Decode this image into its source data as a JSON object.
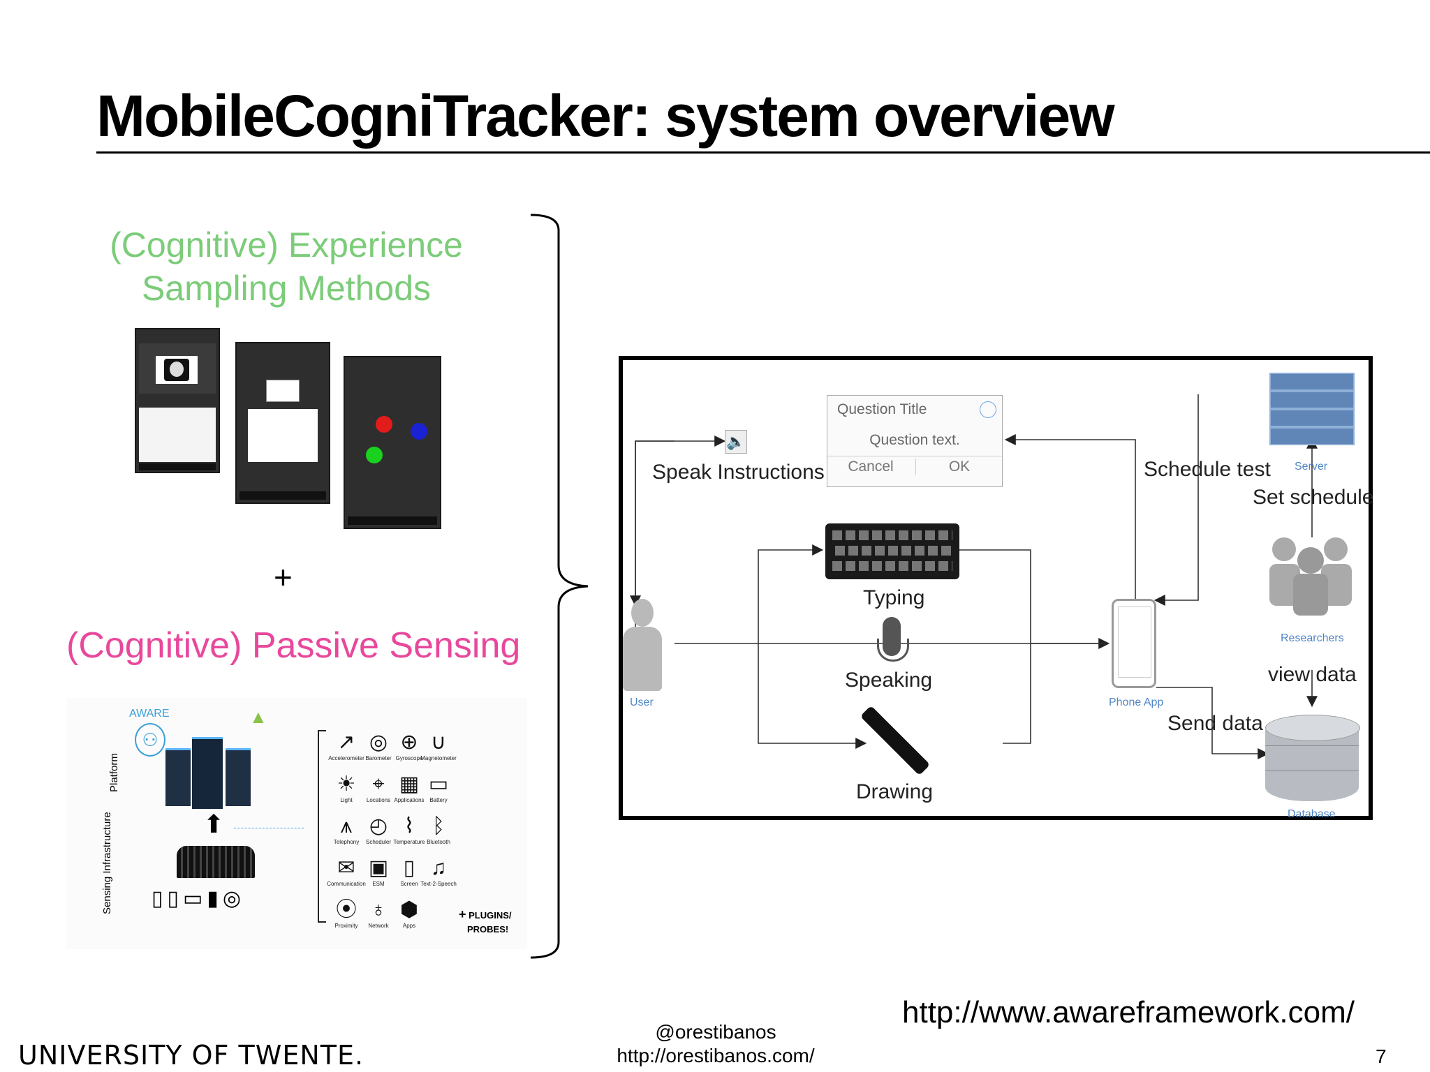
{
  "slide": {
    "title": "MobileCogniTracker: system overview",
    "page_number": "7"
  },
  "esm": {
    "line1": "(Cognitive) Experience",
    "line2": "Sampling Methods"
  },
  "plus_sign": "+",
  "passive": {
    "title": "(Cognitive) Passive Sensing"
  },
  "aware_figure": {
    "brand": "AWARE",
    "platform_label": "Platform",
    "infrastructure_label": "Sensing Infrastructure",
    "plugins_line1": "PLUGINS/",
    "plugins_line2": "PROBES!",
    "plugins_plus": "+",
    "sensors": [
      {
        "label": "Accelerometer",
        "icon": "chart-icon"
      },
      {
        "label": "Barometer",
        "icon": "gauge-icon"
      },
      {
        "label": "Gyroscope",
        "icon": "gyroscope-icon"
      },
      {
        "label": "Magnetometer",
        "icon": "magnet-icon"
      },
      {
        "label": "Light",
        "icon": "sun-icon"
      },
      {
        "label": "Locations",
        "icon": "map-pin-icon"
      },
      {
        "label": "Applications",
        "icon": "apps-icon"
      },
      {
        "label": "Battery",
        "icon": "battery-icon"
      },
      {
        "label": "Telephony",
        "icon": "antenna-icon"
      },
      {
        "label": "Scheduler",
        "icon": "clock-icon"
      },
      {
        "label": "Temperature",
        "icon": "thermometer-icon"
      },
      {
        "label": "Bluetooth",
        "icon": "bluetooth-icon"
      },
      {
        "label": "Communication",
        "icon": "chat-icon"
      },
      {
        "label": "ESM",
        "icon": "esm-icon"
      },
      {
        "label": "Screen",
        "icon": "screen-icon"
      },
      {
        "label": "Text-2-Speech",
        "icon": "speech-icon"
      },
      {
        "label": "Proximity",
        "icon": "proximity-icon"
      },
      {
        "label": "Network",
        "icon": "globe-icon"
      },
      {
        "label": "Apps",
        "icon": "cube-icon"
      }
    ]
  },
  "diagram": {
    "speak_instructions": "Speak Instructions",
    "dialog": {
      "title": "Question Title",
      "text": "Question text.",
      "cancel": "Cancel",
      "ok": "OK"
    },
    "typing": "Typing",
    "speaking": "Speaking",
    "drawing": "Drawing",
    "user": "User",
    "phone_app": "Phone App",
    "schedule_test": "Schedule test",
    "server": "Server",
    "set_schedule": "Set schedule",
    "researchers": "Researchers",
    "view_data": "view data",
    "send_data": "Send data",
    "database": "Database"
  },
  "links": {
    "aware_url": "http://www.awareframework.com/",
    "twitter": "@orestibanos",
    "homepage": "http://orestibanos.com/"
  },
  "footer": {
    "university": "UNIVERSITY OF TWENTE."
  },
  "colors": {
    "esm_green": "#7ccc7a",
    "passive_pink": "#e8489c",
    "diagram_blue": "#4f86c6"
  }
}
